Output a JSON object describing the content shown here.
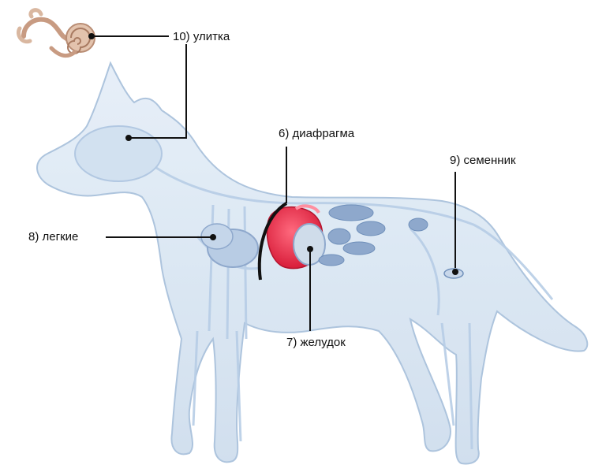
{
  "labels": {
    "cochlea": "10) улитка",
    "diaphragm": "6) диафрагма",
    "testis": "9) семенник",
    "lungs": "8) легкие",
    "stomach": "7) желудок"
  },
  "colors": {
    "body_fill": "#dbe8f4",
    "body_outline": "#a9c1dc",
    "skeleton": "#b7cde6",
    "organ_red": "#e8304b",
    "organ_blue": "#8ea8cc",
    "cochlea": "#d9b7a0",
    "leader_line": "#111111"
  },
  "icons": {
    "cochlea": "cochlea-icon",
    "dog": "dog-anatomy-illustration"
  }
}
